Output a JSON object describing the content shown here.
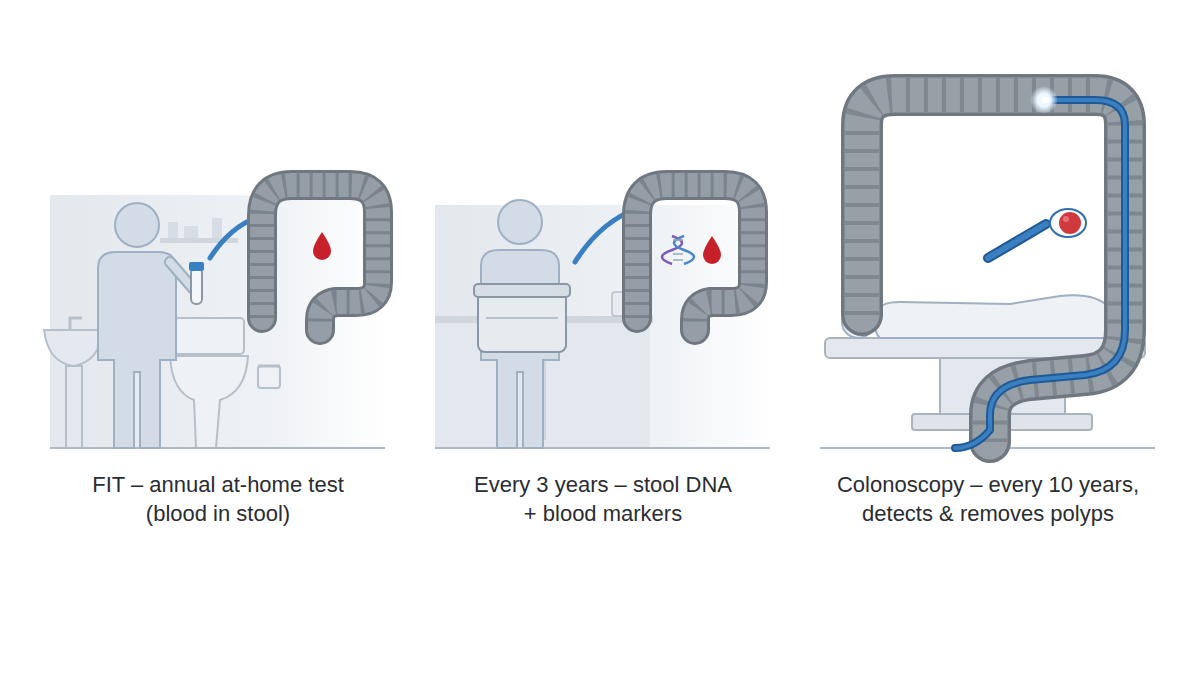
{
  "diagram": {
    "labels": [
      "FIT – annual at-home test (blood in stool)",
      "Every 3 years – stool DNA + blood markers",
      "Colonoscopy – every 10 years, detects & removes polyps"
    ]
  }
}
